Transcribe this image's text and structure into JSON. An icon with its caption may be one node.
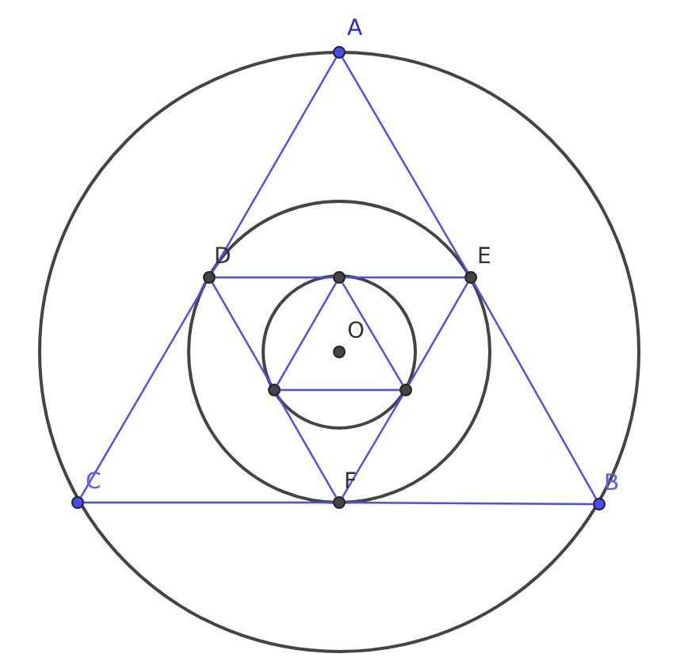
{
  "diagram": {
    "nodes": [
      {
        "text": [
          "A"
        ]
      },
      {
        "text": [
          "B"
        ]
      },
      {
        "text": [
          "C"
        ]
      },
      {
        "text": [
          "D"
        ]
      },
      {
        "text": [
          "E"
        ]
      },
      {
        "text": [
          "F"
        ]
      },
      {
        "text": [
          "O"
        ]
      },
      {
        "text": [],
        "shape": "circle"
      },
      {
        "text": [],
        "shape": "circle"
      },
      {
        "text": [],
        "shape": "circle"
      }
    ],
    "edges": [
      {
        "from": 0,
        "to": 3,
        "arrow": "none"
      },
      {
        "from": 3,
        "to": 2,
        "arrow": "none"
      },
      {
        "from": 0,
        "to": 4,
        "arrow": "none"
      },
      {
        "from": 4,
        "to": 1,
        "arrow": "none"
      },
      {
        "from": 2,
        "to": 5,
        "arrow": "none"
      },
      {
        "from": 5,
        "to": 1,
        "arrow": "none"
      },
      {
        "from": 3,
        "to": 7,
        "arrow": "none"
      },
      {
        "from": 7,
        "to": 4,
        "arrow": "none"
      },
      {
        "from": 3,
        "to": 8,
        "arrow": "none"
      },
      {
        "from": 8,
        "to": 5,
        "arrow": "none"
      },
      {
        "from": 4,
        "to": 9,
        "arrow": "none"
      },
      {
        "from": 9,
        "to": 5,
        "arrow": "none"
      },
      {
        "from": 7,
        "to": 8,
        "arrow": "none"
      },
      {
        "from": 7,
        "to": 9,
        "arrow": "none"
      },
      {
        "from": 8,
        "to": 9,
        "arrow": "none"
      }
    ]
  }
}
